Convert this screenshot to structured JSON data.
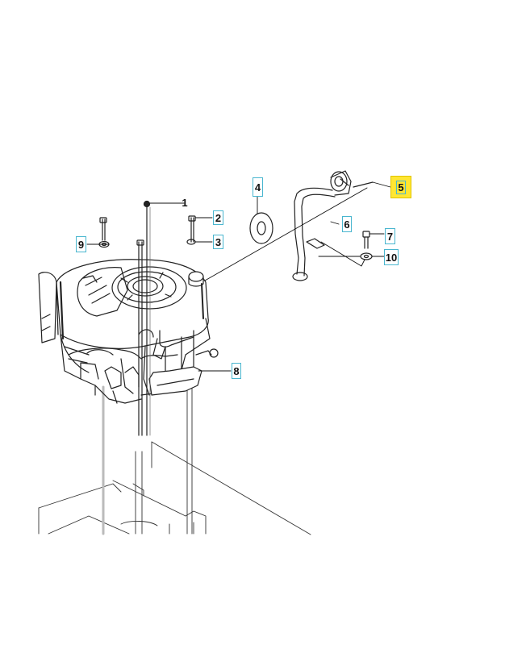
{
  "diagram": {
    "callouts": [
      {
        "key": "c1",
        "label": "1"
      },
      {
        "key": "c2",
        "label": "2"
      },
      {
        "key": "c3",
        "label": "3"
      },
      {
        "key": "c4",
        "label": "4"
      },
      {
        "key": "c5",
        "label": "5"
      },
      {
        "key": "c6",
        "label": "6"
      },
      {
        "key": "c7",
        "label": "7"
      },
      {
        "key": "c8",
        "label": "8"
      },
      {
        "key": "c9",
        "label": "9"
      },
      {
        "key": "c10",
        "label": "10"
      }
    ],
    "highlighted_callout": "5",
    "colors": {
      "line": "#222222",
      "callout_border": "#49b6cf",
      "highlight": "#ffe633"
    }
  }
}
